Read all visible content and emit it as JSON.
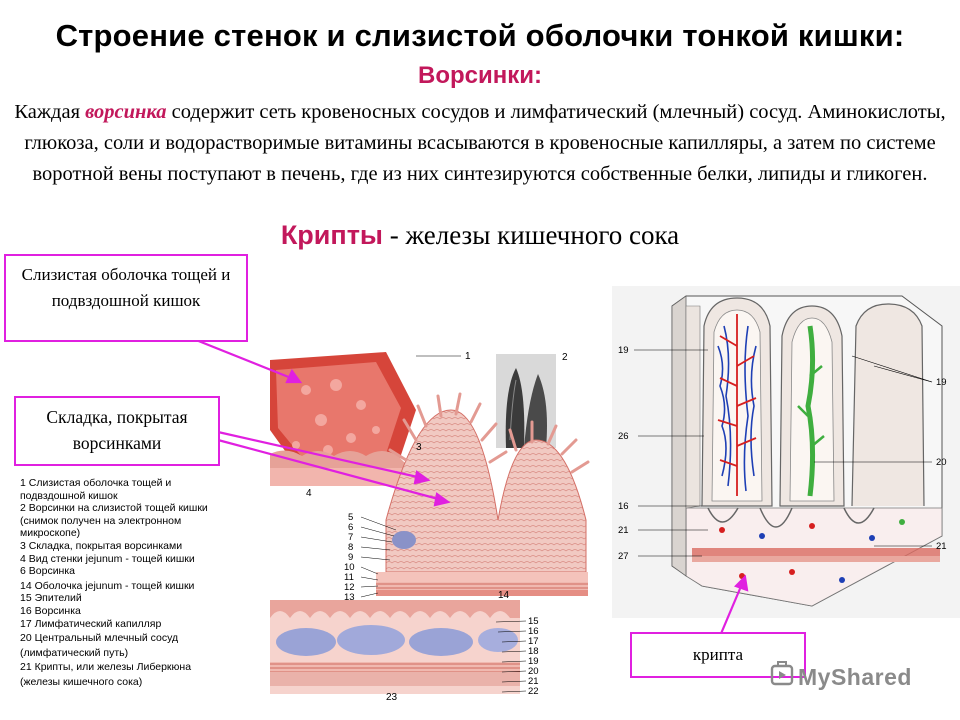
{
  "title": "Строение стенок и слизистой оболочки тонкой кишки:",
  "villi_heading": "Ворсинки:",
  "paragraph": {
    "before": "Каждая ",
    "emph": "ворсинка",
    "after": " содержит сеть кровеносных сосудов и лимфатический (млечный) сосуд. Аминокислоты, глюкоза, соли и водорастворимые витамины всасываются в кровеносные капилляры, а затем по системе воротной вены поступают в печень, где из них синтезируются собственные белки, липиды и гликоген."
  },
  "crypts": {
    "word": "Крипты",
    "rest": " - железы кишечного сока"
  },
  "callouts": {
    "mucosa": "Слизистая оболочка тощей и подвздошной кишок",
    "fold": "Складка, покрытая ворсинками",
    "crypt": "крипта"
  },
  "legend": [
    "1  Слизистая оболочка тощей и",
    "подвздошной кишок",
    "2  Ворсинки на слизистой тощей кишки",
    "(снимок получен на электронном",
    "микроскопе)",
    "3  Складка, покрытая ворсинками",
    "4  Вид стенки jejunum - тощей кишки",
    "6  Ворсинка",
    "14 Оболочка jejunum - тощей кишки",
    "15 Эпителий",
    "16 Ворсинка",
    "17 Лимфатический капилляр",
    "20 Центральный млечный сосуд",
    "(лимфатический путь)",
    "21 Крипты, или железы Либеркюна",
    "(железы кишечного сока)"
  ],
  "figure_left_labels": [
    "1",
    "2",
    "3",
    "4",
    "5",
    "6",
    "7",
    "8",
    "9",
    "10",
    "11",
    "12",
    "13",
    "14",
    "15",
    "16",
    "17",
    "18",
    "19",
    "20",
    "21",
    "22",
    "23"
  ],
  "figure_right_labels": {
    "l19": "19",
    "l26": "26",
    "l16": "16",
    "l21a": "21",
    "l27": "27",
    "r19": "19",
    "r20": "20",
    "r21": "21"
  },
  "watermark": "MyShared",
  "colors": {
    "accent": "#c2185b",
    "callout_border": "#e020e0",
    "arrow": "#e020e0"
  }
}
